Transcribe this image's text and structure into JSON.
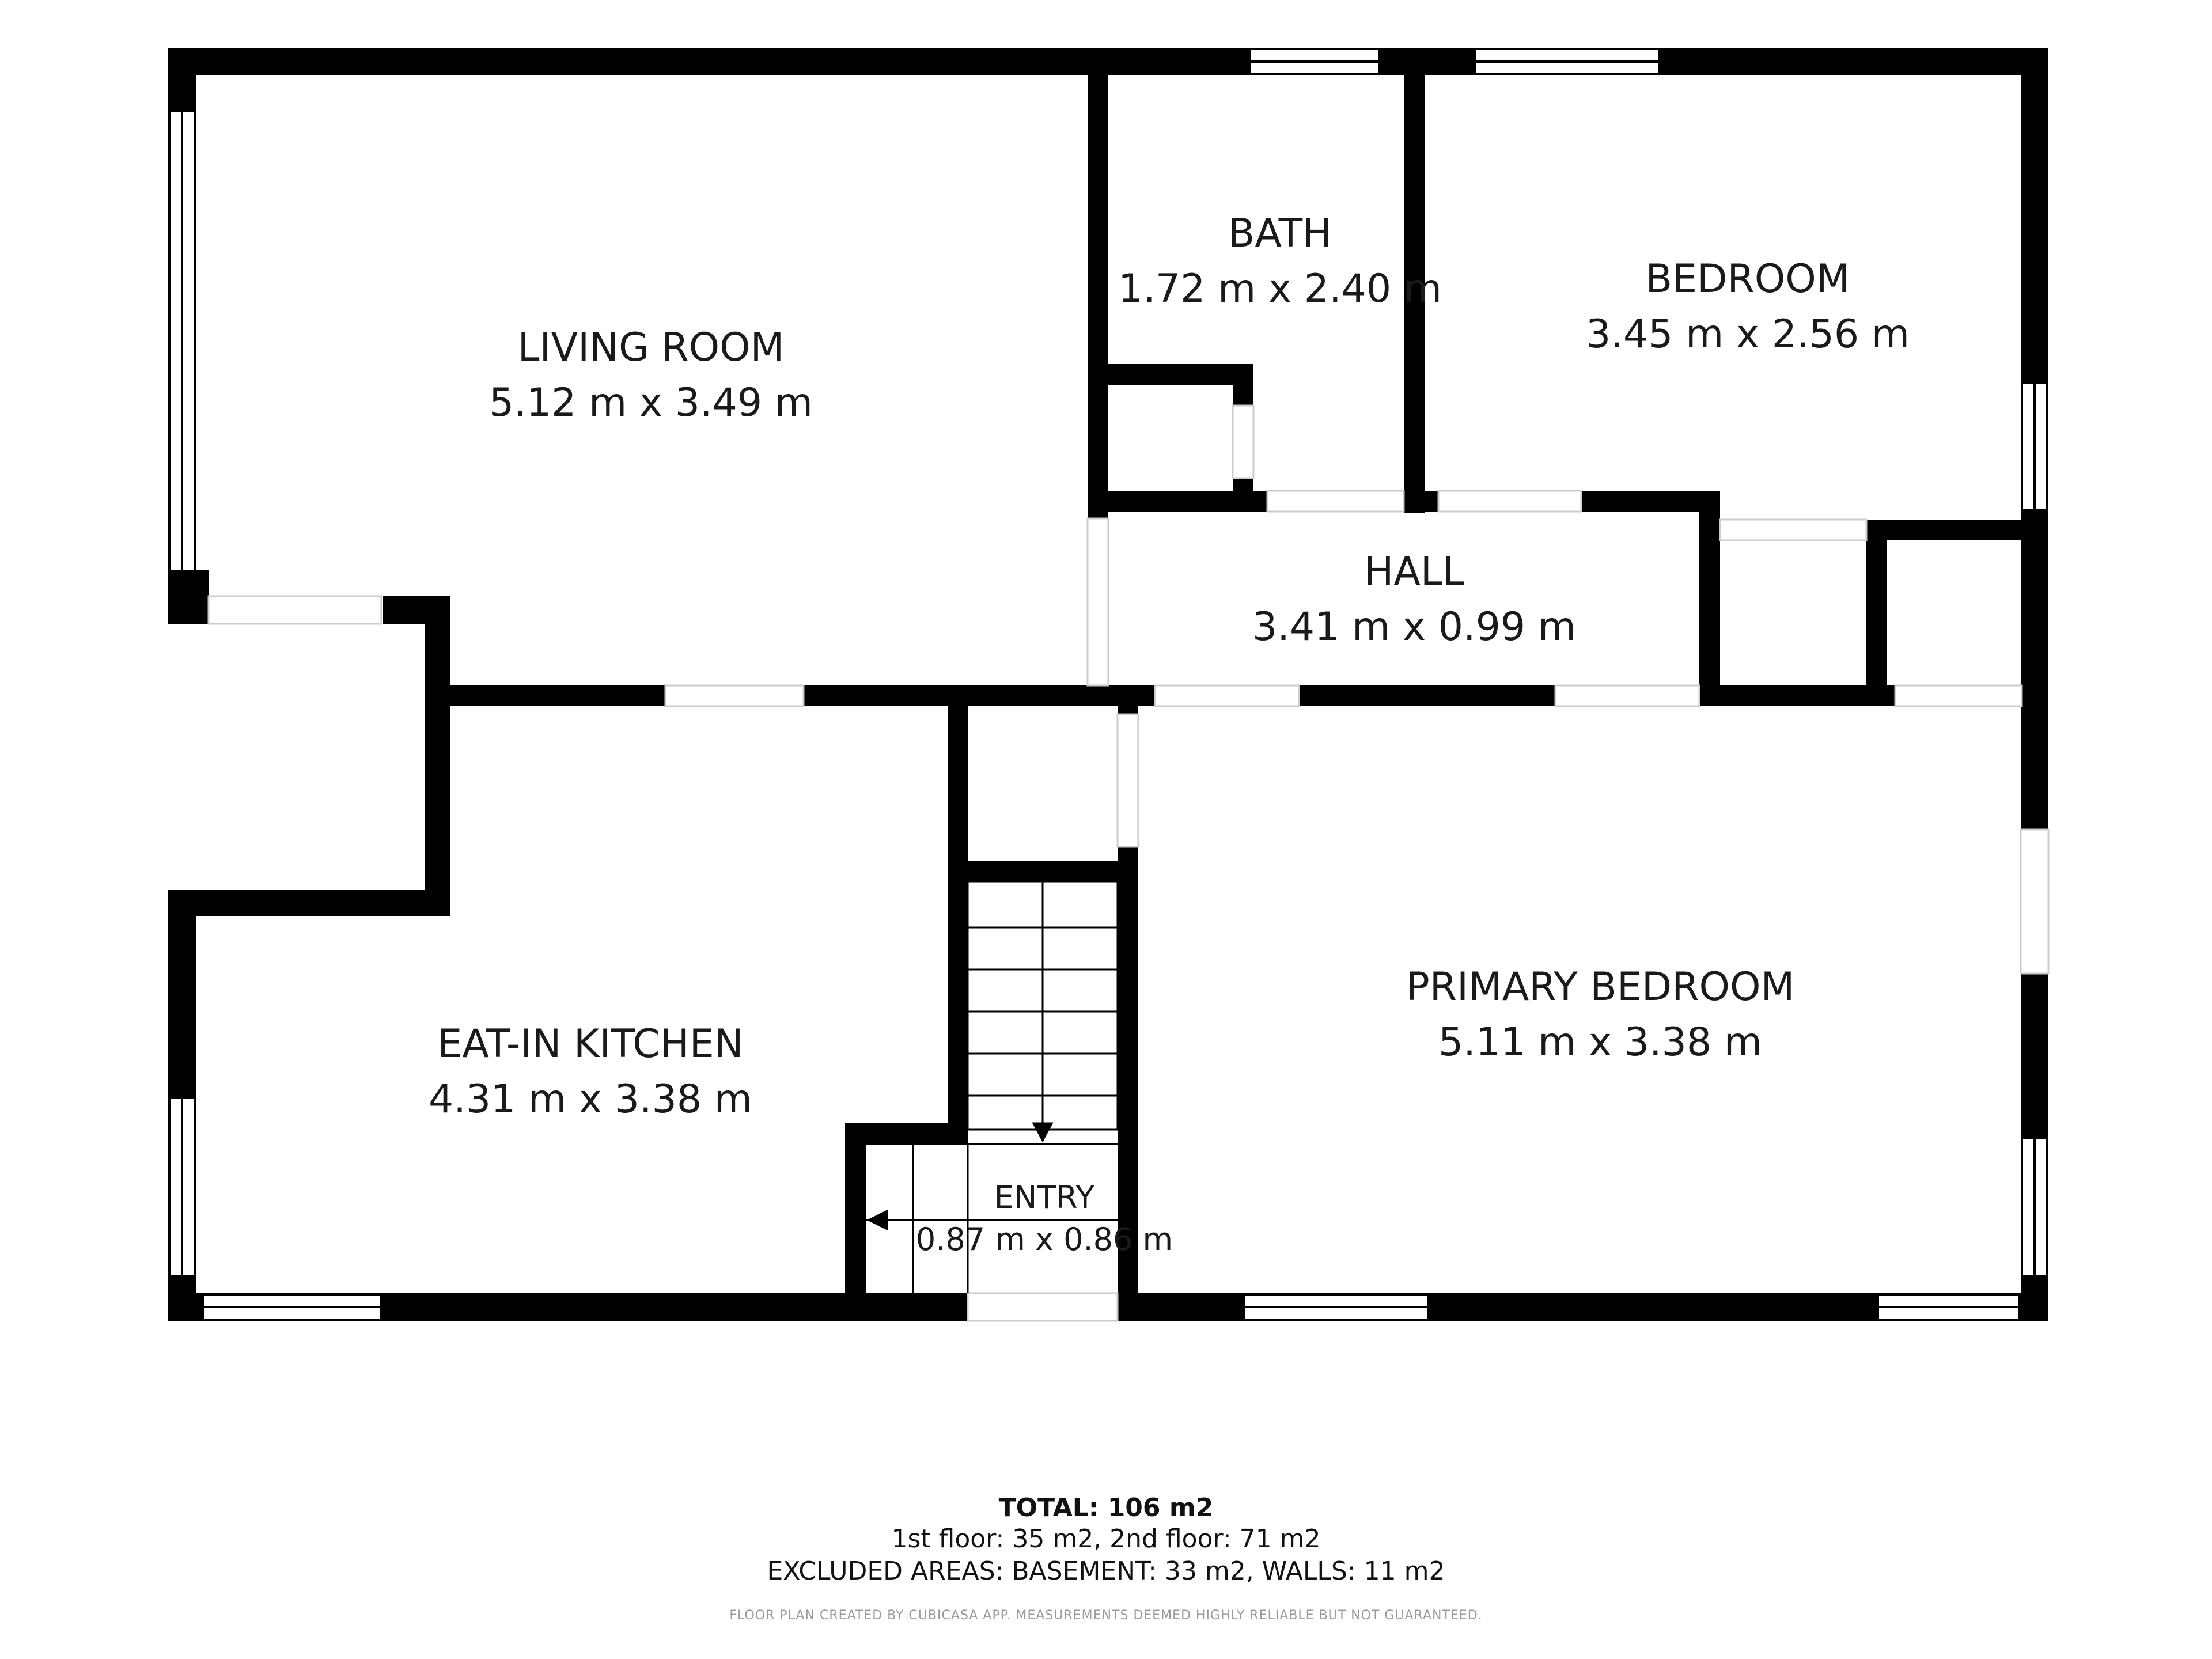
{
  "rooms": {
    "living_room": {
      "name": "LIVING ROOM",
      "dim": "5.12 m x 3.49 m"
    },
    "bath": {
      "name": "BATH",
      "dim": "1.72 m x 2.40 m"
    },
    "bedroom": {
      "name": "BEDROOM",
      "dim": "3.45 m x 2.56 m"
    },
    "hall": {
      "name": "HALL",
      "dim": "3.41 m x 0.99 m"
    },
    "eat_in_kitchen": {
      "name": "EAT-IN KITCHEN",
      "dim": "4.31 m x 3.38 m"
    },
    "primary_bedroom": {
      "name": "PRIMARY BEDROOM",
      "dim": "5.11 m x 3.38 m"
    },
    "entry": {
      "name": "ENTRY",
      "dim": "0.87 m x 0.86 m"
    }
  },
  "footer": {
    "total": "TOTAL: 106 m2",
    "floors": "1st floor: 35 m2, 2nd floor: 71 m2",
    "excluded": "EXCLUDED AREAS: BASEMENT: 33 m2, WALLS: 11 m2",
    "credit": "FLOOR PLAN CREATED BY CUBICASA APP. MEASUREMENTS DEEMED HIGHLY RELIABLE BUT NOT GUARANTEED."
  },
  "colors": {
    "wall": "#000000",
    "background": "#ffffff",
    "window": "#ffffff"
  }
}
